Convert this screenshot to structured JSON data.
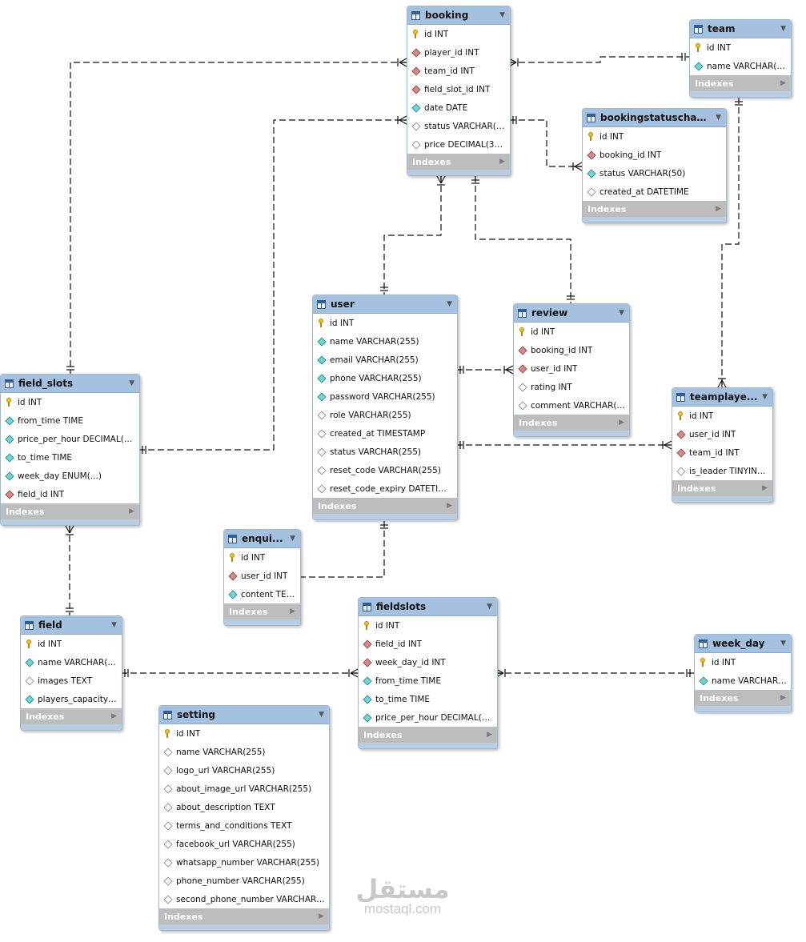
{
  "tables": [
    {
      "name": "booking",
      "columns": [
        {
          "type": "pk",
          "text": "id INT"
        },
        {
          "type": "fk",
          "text": "player_id INT"
        },
        {
          "type": "fk",
          "text": "team_id INT"
        },
        {
          "type": "fk",
          "text": "field_slot_id INT"
        },
        {
          "type": "nn",
          "text": "date DATE"
        },
        {
          "type": "col",
          "text": "status VARCHAR(25..."
        },
        {
          "type": "col",
          "text": "price DECIMAL(38,2)"
        }
      ]
    },
    {
      "name": "team",
      "columns": [
        {
          "type": "pk",
          "text": "id INT"
        },
        {
          "type": "nn",
          "text": "name VARCHAR(255)"
        }
      ]
    },
    {
      "name": "bookingstatuschan...",
      "columns": [
        {
          "type": "pk",
          "text": "id INT"
        },
        {
          "type": "fk",
          "text": "booking_id INT"
        },
        {
          "type": "nn",
          "text": "status VARCHAR(50)"
        },
        {
          "type": "col",
          "text": "created_at DATETIME"
        }
      ]
    },
    {
      "name": "user",
      "columns": [
        {
          "type": "pk",
          "text": "id INT"
        },
        {
          "type": "nn",
          "text": "name VARCHAR(255)"
        },
        {
          "type": "nn",
          "text": "email VARCHAR(255)"
        },
        {
          "type": "nn",
          "text": "phone VARCHAR(255)"
        },
        {
          "type": "nn",
          "text": "password VARCHAR(255)"
        },
        {
          "type": "col",
          "text": "role VARCHAR(255)"
        },
        {
          "type": "col",
          "text": "created_at TIMESTAMP"
        },
        {
          "type": "col",
          "text": "status VARCHAR(255)"
        },
        {
          "type": "col",
          "text": "reset_code VARCHAR(255)"
        },
        {
          "type": "col",
          "text": "reset_code_expiry DATETIME(6)"
        }
      ]
    },
    {
      "name": "review",
      "columns": [
        {
          "type": "pk",
          "text": "id INT"
        },
        {
          "type": "fk",
          "text": "booking_id INT"
        },
        {
          "type": "fk",
          "text": "user_id INT"
        },
        {
          "type": "col",
          "text": "rating INT"
        },
        {
          "type": "col",
          "text": "comment VARCHAR(25..."
        }
      ]
    },
    {
      "name": "field_slots",
      "columns": [
        {
          "type": "pk",
          "text": "id INT"
        },
        {
          "type": "nn",
          "text": "from_time TIME"
        },
        {
          "type": "nn",
          "text": "price_per_hour DECIMAL(38,..."
        },
        {
          "type": "nn",
          "text": "to_time TIME"
        },
        {
          "type": "nn",
          "text": "week_day ENUM(...)"
        },
        {
          "type": "fk",
          "text": "field_id INT"
        }
      ]
    },
    {
      "name": "teamplaye...",
      "columns": [
        {
          "type": "pk",
          "text": "id INT"
        },
        {
          "type": "fk",
          "text": "user_id INT"
        },
        {
          "type": "fk",
          "text": "team_id INT"
        },
        {
          "type": "col",
          "text": "is_leader TINYINT(..."
        }
      ]
    },
    {
      "name": "enqui...",
      "columns": [
        {
          "type": "pk",
          "text": "id INT"
        },
        {
          "type": "fk",
          "text": "user_id INT"
        },
        {
          "type": "nn",
          "text": "content TEXT"
        }
      ]
    },
    {
      "name": "field",
      "columns": [
        {
          "type": "pk",
          "text": "id INT"
        },
        {
          "type": "nn",
          "text": "name VARCHAR(255)"
        },
        {
          "type": "col",
          "text": "images TEXT"
        },
        {
          "type": "nn",
          "text": "players_capacity INT"
        }
      ]
    },
    {
      "name": "fieldslots",
      "columns": [
        {
          "type": "pk",
          "text": "id INT"
        },
        {
          "type": "fk",
          "text": "field_id INT"
        },
        {
          "type": "fk",
          "text": "week_day_id INT"
        },
        {
          "type": "nn",
          "text": "from_time TIME"
        },
        {
          "type": "nn",
          "text": "to_time TIME"
        },
        {
          "type": "nn",
          "text": "price_per_hour DECIMAL(10,..."
        }
      ]
    },
    {
      "name": "week_day",
      "columns": [
        {
          "type": "pk",
          "text": "id INT"
        },
        {
          "type": "nn",
          "text": "name VARCHAR(20)"
        }
      ]
    },
    {
      "name": "setting",
      "columns": [
        {
          "type": "pk",
          "text": "id INT"
        },
        {
          "type": "col",
          "text": "name VARCHAR(255)"
        },
        {
          "type": "col",
          "text": "logo_url VARCHAR(255)"
        },
        {
          "type": "col",
          "text": "about_image_url VARCHAR(255)"
        },
        {
          "type": "col",
          "text": "about_description TEXT"
        },
        {
          "type": "col",
          "text": "terms_and_conditions TEXT"
        },
        {
          "type": "col",
          "text": "facebook_url VARCHAR(255)"
        },
        {
          "type": "col",
          "text": "whatsapp_number VARCHAR(255)"
        },
        {
          "type": "col",
          "text": "phone_number VARCHAR(255)"
        },
        {
          "type": "col",
          "text": "second_phone_number VARCHAR(25..."
        }
      ]
    }
  ],
  "indexes_label": "Indexes",
  "watermark": {
    "arabic": "مستقل",
    "latin": "mostaql.com"
  },
  "colors": {
    "header": "#a4c2e0",
    "indexes_bar": "#bdbdbd",
    "line": "#111111",
    "pk_key": "#f0c419",
    "fk_diamond": "#d58a8a",
    "nn_diamond": "#76d3d3"
  }
}
